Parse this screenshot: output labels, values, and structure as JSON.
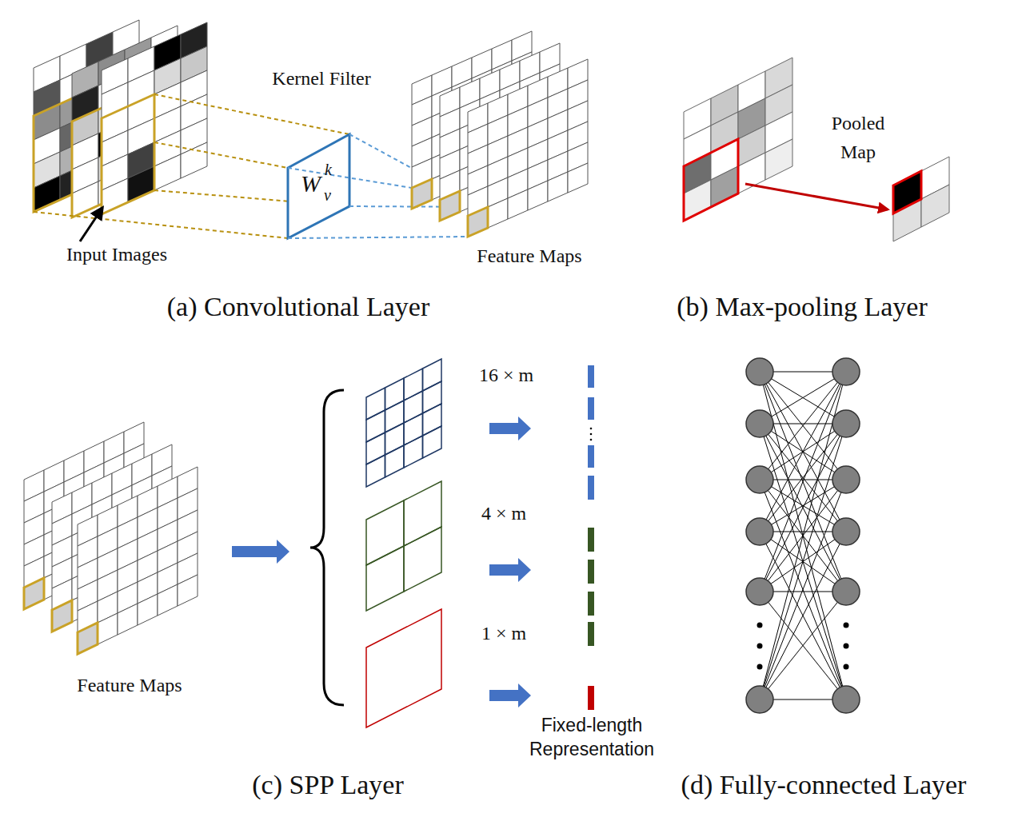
{
  "diagram": {
    "labels": [
      "Kernel Filter",
      "W",
      "k",
      "v",
      "Input Images",
      "Feature Maps",
      "(a) Convolutional Layer",
      "Pooled Map",
      "(b) Max-pooling Layer",
      "16 × m",
      "4 × m",
      "1 × m",
      "Feature Maps",
      "Fixed-length Representation",
      "(c) SPP Layer",
      "(d) Fully-connected Layer"
    ]
  }
}
